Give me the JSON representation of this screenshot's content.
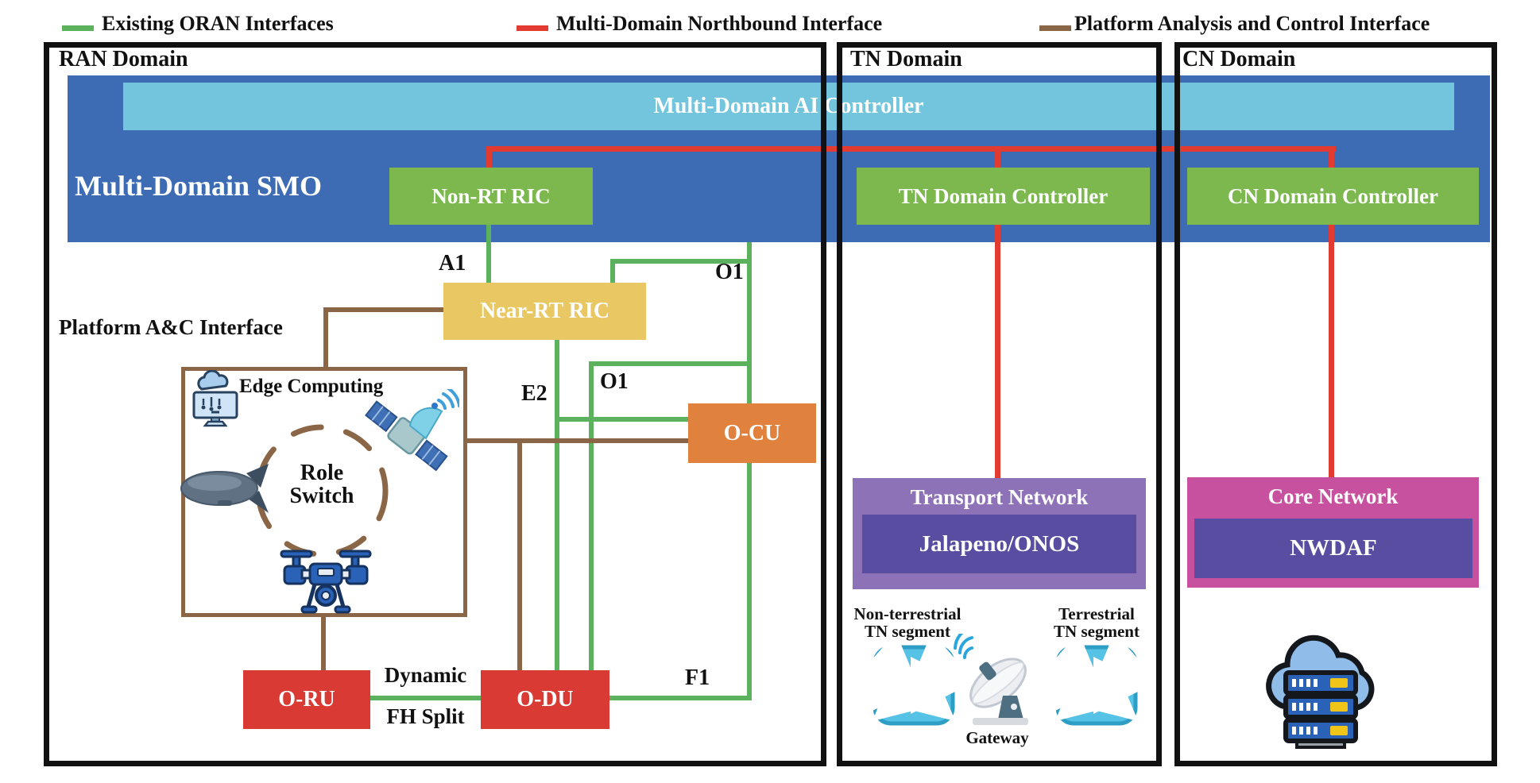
{
  "legend": {
    "items": [
      {
        "label": "Existing ORAN Interfaces",
        "color": "green_line"
      },
      {
        "label": "Multi-Domain Northbound Interface",
        "color": "red_line"
      },
      {
        "label": "Platform Analysis and Control Interface",
        "color": "brown_line"
      }
    ]
  },
  "domains": {
    "ran": "RAN Domain",
    "tn": "TN Domain",
    "cn": "CN Domain"
  },
  "smo": {
    "title": "Multi-Domain SMO",
    "ai_controller": "Multi-Domain AI Controller",
    "non_rt_ric": "Non-RT RIC",
    "tn_controller": "TN Domain Controller",
    "cn_controller": "CN Domain Controller"
  },
  "ran": {
    "near_rt_ric": "Near-RT RIC",
    "o_cu": "O-CU",
    "o_du": "O-DU",
    "o_ru": "O-RU",
    "platform_ac": "Platform A&C Interface",
    "fh_top": "Dynamic",
    "fh_bottom": "FH Split",
    "edge": {
      "title": "Edge Computing",
      "role1": "Role",
      "role2": "Switch"
    }
  },
  "interfaces": {
    "a1": "A1",
    "o1_top": "O1",
    "o1_mid": "O1",
    "e2": "E2",
    "f1": "F1"
  },
  "tn": {
    "transport": "Transport Network",
    "platform": "Jalapeno/ONOS",
    "seg_left1": "Non-terrestrial",
    "seg_left2": "TN segment",
    "seg_right1": "Terrestrial",
    "seg_right2": "TN segment",
    "gateway": "Gateway"
  },
  "cn": {
    "core": "Core Network",
    "nwdaf": "NWDAF"
  },
  "icons": {
    "edge_monitor": "monitor-cloud-icon",
    "satellite": "satellite-icon",
    "blimp": "airship-icon",
    "drone": "drone-icon",
    "switch_left": "network-switch-icon",
    "switch_right": "network-switch-icon",
    "gateway": "satellite-dish-icon",
    "cloud_servers": "cloud-server-icon"
  },
  "colors": {
    "smo_blue": "#3d6cb4",
    "ai_blue": "#72c5dc",
    "green_box": "#7cb84e",
    "yellow_box": "#e9c863",
    "orange_box": "#e0813e",
    "red_box": "#d93a33",
    "purple_box": "#8e72b8",
    "deep_purple": "#584da0",
    "pink_box": "#c8519f",
    "green_line": "#5cb25c",
    "red_line": "#e23b31",
    "brown_line": "#8a6647",
    "ink": "#111111",
    "switch_blue": "#56c2e6",
    "switch_border": "#2f9ec4"
  }
}
